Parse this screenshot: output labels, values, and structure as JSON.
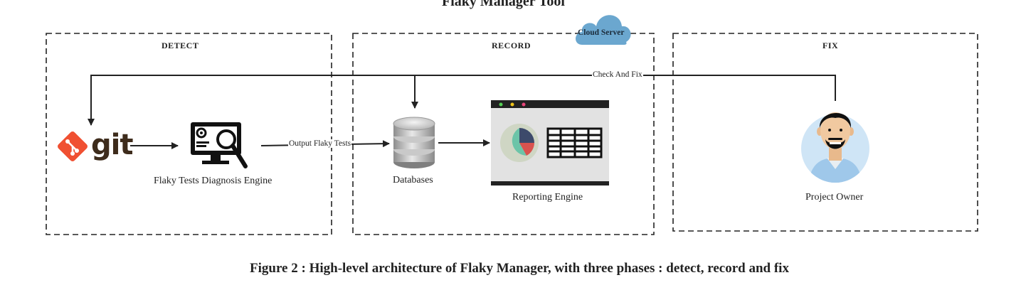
{
  "title": "Flaky Manager Tool",
  "phases": {
    "detect": "DETECT",
    "record": "RECORD",
    "fix": "FIX"
  },
  "cloud_label": "Cloud Server",
  "nodes": {
    "git": "git",
    "diagnosis_engine": "Flaky Tests Diagnosis Engine",
    "databases": "Databases",
    "reporting_engine": "Reporting Engine",
    "project_owner": "Project Owner"
  },
  "edges": {
    "output_flaky_tests": "Output Flaky Tests",
    "check_and_fix": "Check And Fix"
  },
  "caption": "Figure 2 : High-level architecture of Flaky Manager, with three phases : detect, record and fix",
  "colors": {
    "git_red": "#f05032",
    "git_text": "#3e2c1c",
    "cloud": "#6ba7cf",
    "pie_a": "#6cc4a8",
    "pie_b": "#d9534f",
    "pie_c": "#3d4a6b",
    "screen_bg": "#e2e2e2",
    "avatar_bg": "#cfe5f6"
  },
  "icons": [
    "git-logo-icon",
    "monitor-search-icon",
    "database-icon",
    "dashboard-screen-icon",
    "person-avatar-icon",
    "cloud-icon"
  ]
}
